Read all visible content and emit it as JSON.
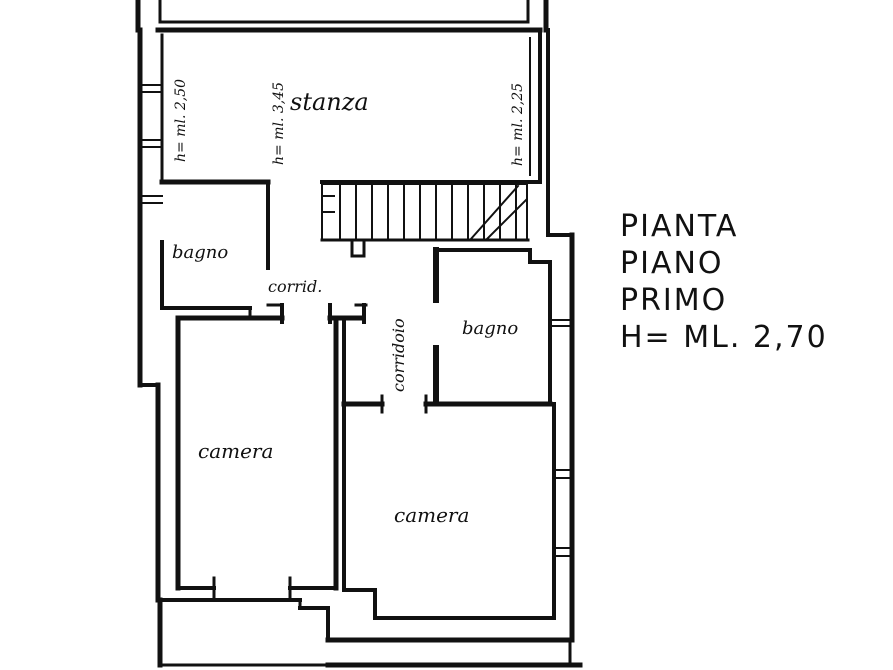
{
  "rooms": {
    "stanza": "stanza",
    "bagno_left": "bagno",
    "corridoio_short": "corrid.",
    "corridoio": "corridoio",
    "bagno_right": "bagno",
    "camera_left": "camera",
    "camera_right": "camera"
  },
  "heights": {
    "left": "h= ml. 2,50",
    "mid": "h= ml. 3,45",
    "right": "h= ml. 2,25"
  },
  "title": {
    "line1": "PIANTA",
    "line2": "PIANO",
    "line3": "PRIMO",
    "line4": "H= ML. 2,70"
  },
  "colors": {
    "ink": "#111111",
    "paper": "#ffffff"
  }
}
